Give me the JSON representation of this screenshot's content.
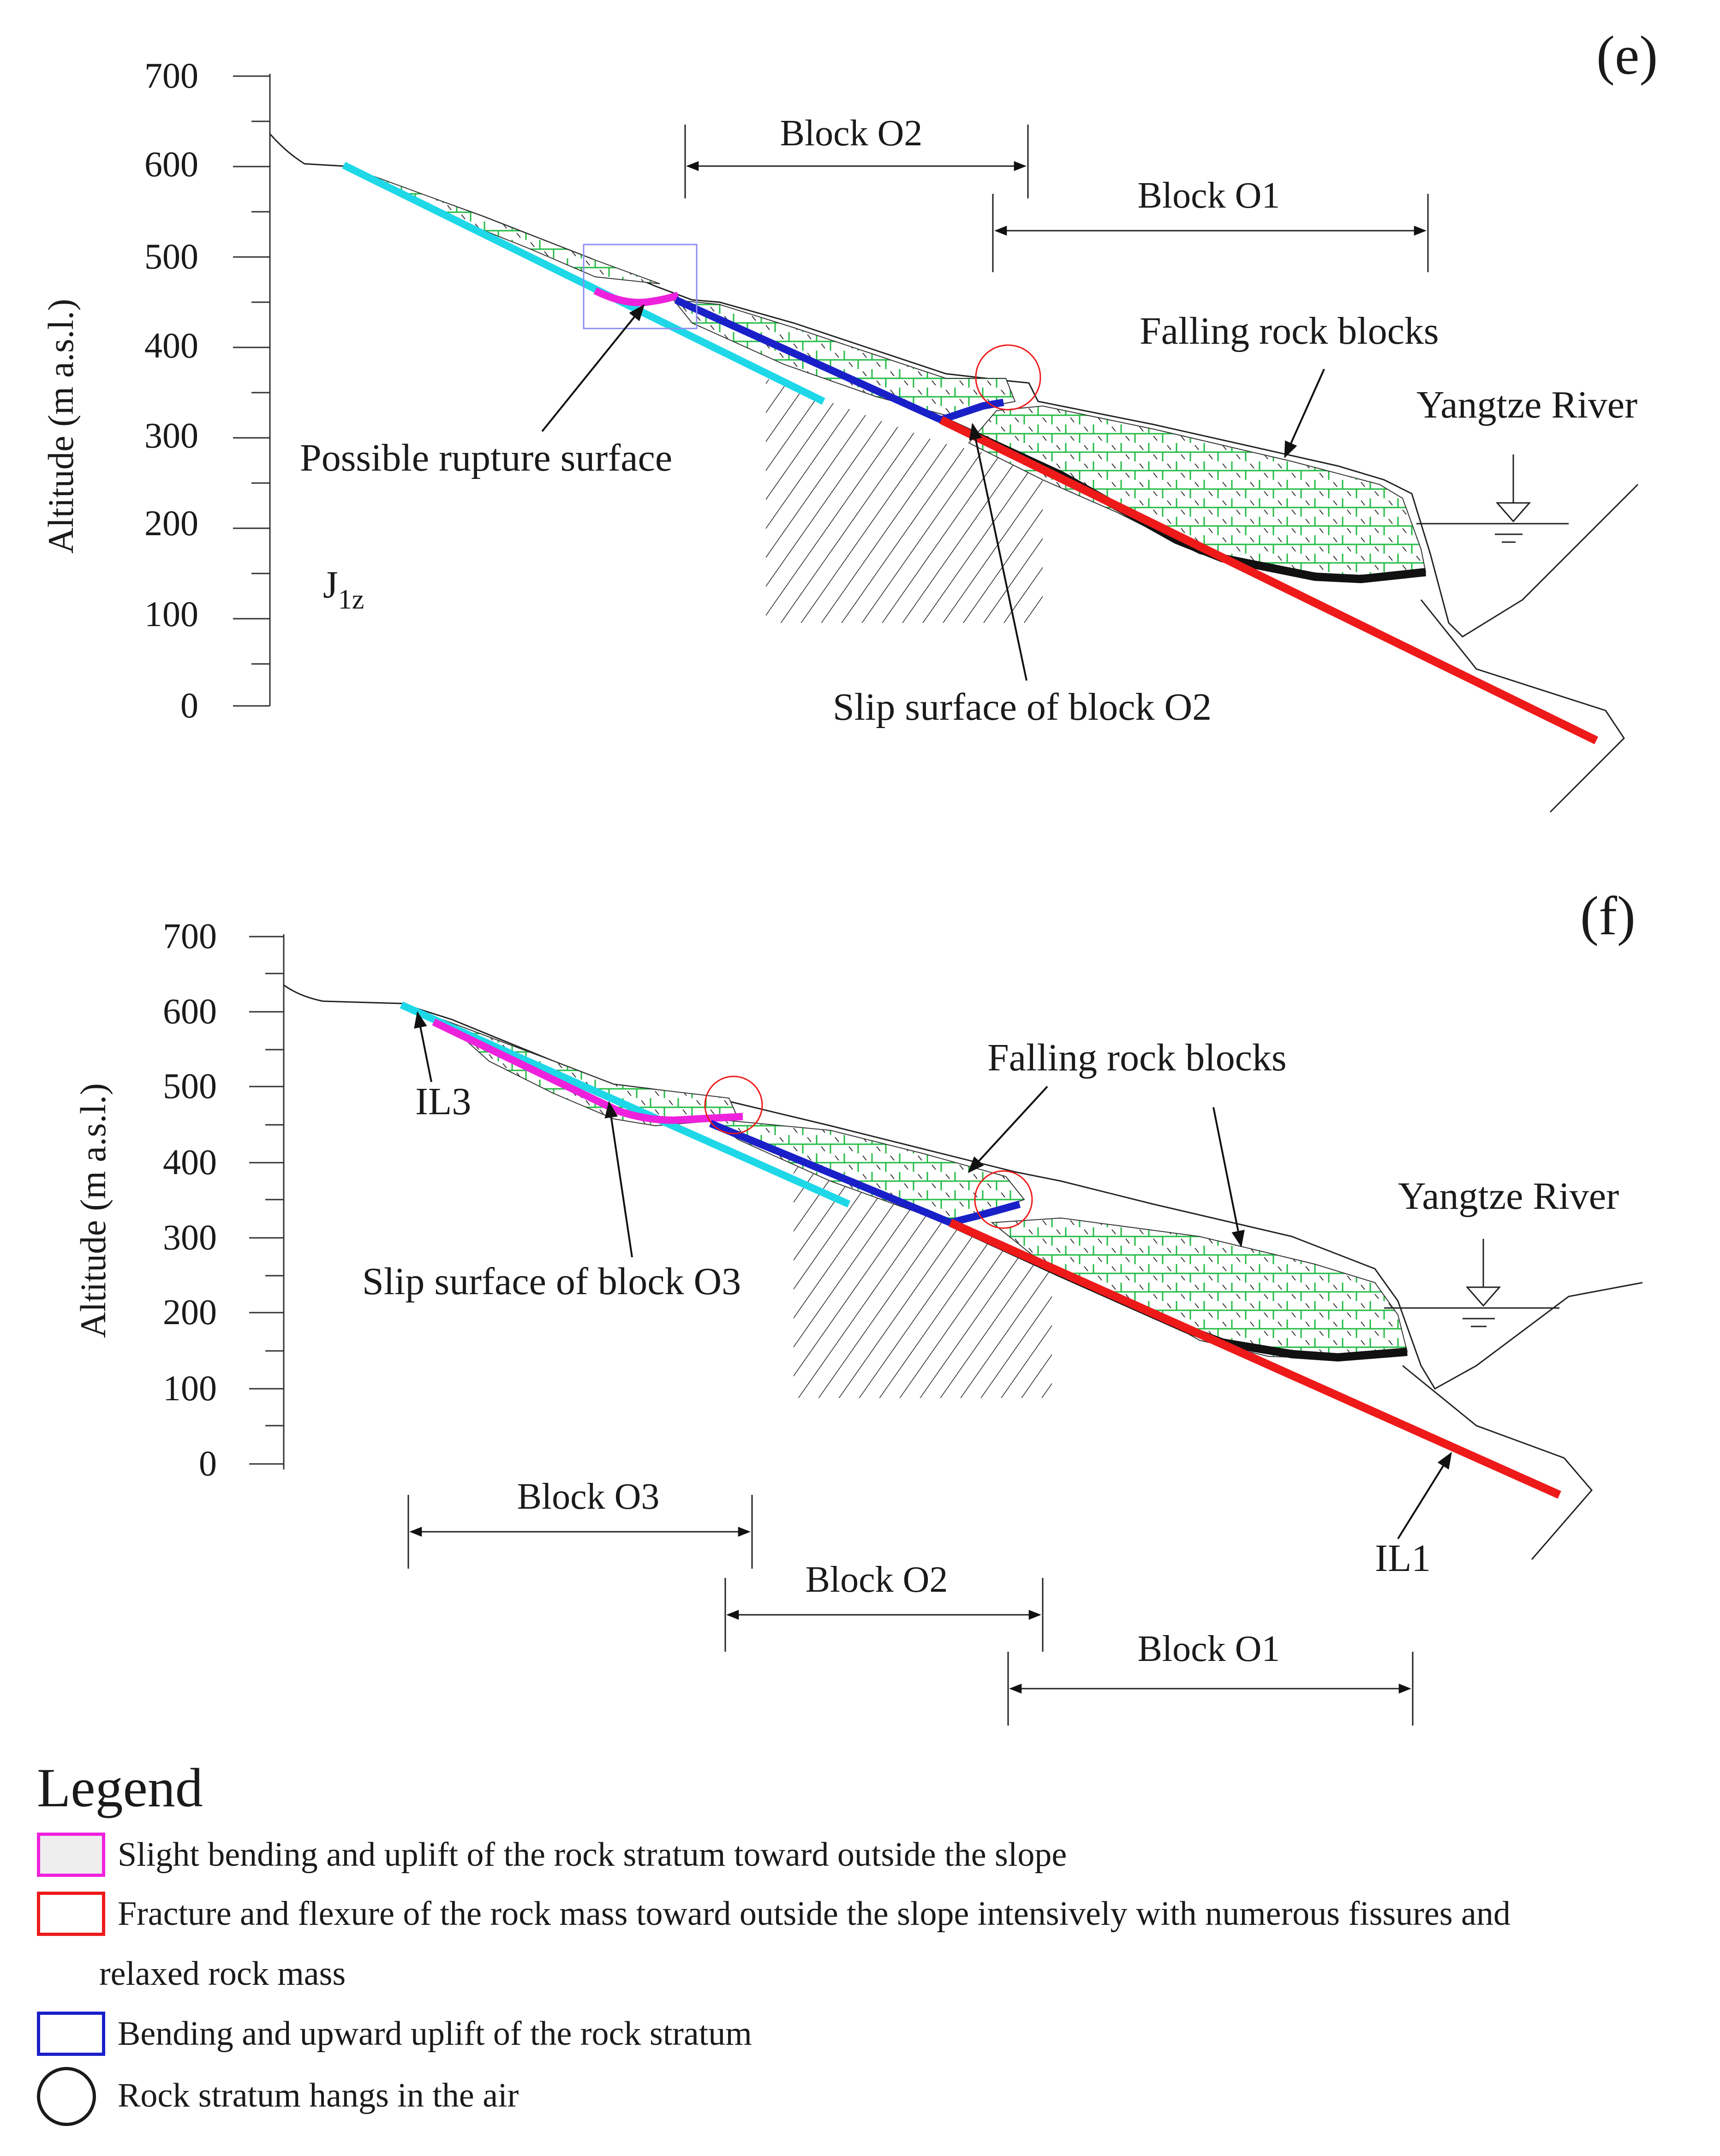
{
  "colors": {
    "aqua": "#1ed8e8",
    "magenta": "#ee22dd",
    "blue": "#1a20c8",
    "red": "#ee1a1a",
    "black": "#111111",
    "rock_green": "#22bb44",
    "legend_fill": "#eeeeee"
  },
  "panel_e": {
    "label": "(e)",
    "y_axis": {
      "title": "Altitude (m a.s.l.)",
      "ticks": [
        "700",
        "600",
        "500",
        "400",
        "300",
        "200",
        "100",
        "0"
      ]
    },
    "labels": {
      "block_o2": "Block O2",
      "block_o1": "Block O1",
      "falling_rock_blocks": "Falling rock blocks",
      "yangtze_river": "Yangtze River",
      "possible_rupture_surface": "Possible rupture surface",
      "slip_surface_o2": "Slip surface of block O2",
      "formation": "J",
      "formation_sub": "1z"
    }
  },
  "panel_f": {
    "label": "(f)",
    "y_axis": {
      "title": "Altitude (m a.s.l.)",
      "ticks": [
        "700",
        "600",
        "500",
        "400",
        "300",
        "200",
        "100",
        "0"
      ]
    },
    "labels": {
      "falling_rock_blocks": "Falling rock blocks",
      "yangtze_river": "Yangtze River",
      "il3": "IL3",
      "il1": "IL1",
      "slip_surface_o3": "Slip surface of block O3",
      "block_o3": "Block O3",
      "block_o2": "Block O2",
      "block_o1": "Block O1"
    }
  },
  "legend": {
    "title": "Legend",
    "items": [
      {
        "icon": "magenta-box-icon",
        "text": "Slight bending and uplift of the rock stratum toward outside the slope"
      },
      {
        "icon": "red-box-icon",
        "text": "Fracture and flexure of the rock mass toward outside the slope intensively with numerous fissures and",
        "text_cont": "relaxed rock mass"
      },
      {
        "icon": "blue-box-icon",
        "text": "Bending and upward uplift of the rock stratum"
      },
      {
        "icon": "red-circle-icon",
        "text": "Rock stratum hangs in the air"
      }
    ]
  }
}
